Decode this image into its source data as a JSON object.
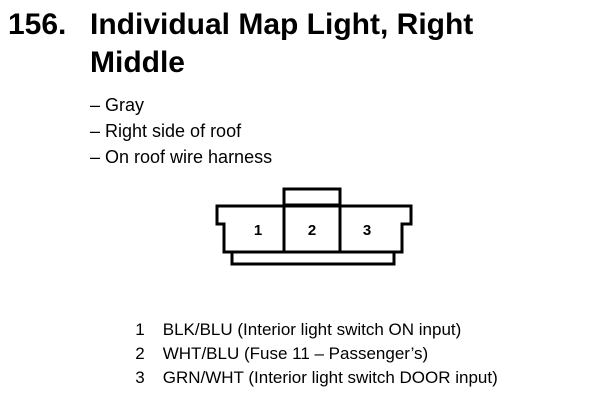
{
  "component": {
    "number": "156.",
    "title_line1": "Individual Map Light, Right",
    "title_line2": "Middle"
  },
  "details": [
    "– Gray",
    "– Right side of roof",
    "– On roof wire harness"
  ],
  "connector": {
    "terminals": [
      "1",
      "2",
      "3"
    ]
  },
  "pins": [
    {
      "number": "1",
      "description": "BLK/BLU (Interior light switch ON input)"
    },
    {
      "number": "2",
      "description": "WHT/BLU (Fuse 11 – Passenger’s)"
    },
    {
      "number": "3",
      "description": "GRN/WHT (Interior light switch DOOR input)"
    }
  ]
}
